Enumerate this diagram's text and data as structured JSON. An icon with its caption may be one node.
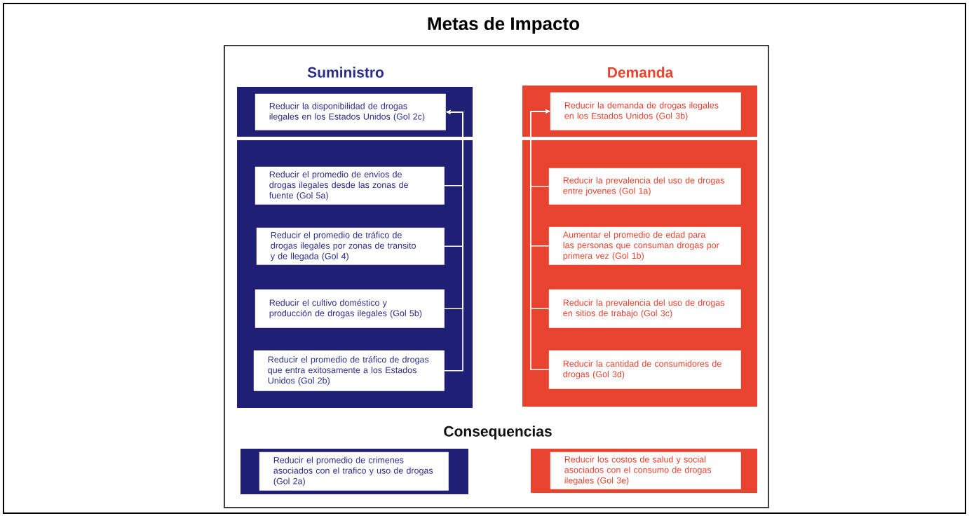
{
  "diagram": {
    "title": "Metas de Impacto",
    "nodes": [
      {
        "text": [],
        "shape": "box"
      },
      {
        "text": [
          "Reducir la disponibilidad de drogas ilegales en los Estados Unidos (Gol 2c)"
        ],
        "in": 0
      },
      {
        "text": [],
        "shape": "box"
      },
      {
        "text": [
          "Reducir la demanda de drogas ilegales en los Estados Unidos (Gol 3b)"
        ],
        "in": 2
      },
      {
        "text": [],
        "shape": "box"
      },
      {
        "text": [
          "Reducir el promedio de envios de drogas ilegales desde las zonas de fuente (Gol 5a)"
        ],
        "in": 4
      },
      {
        "text": [
          "Reducir el promedio de tráfico de drogas ilegales por zonas de transito y de llegada (Gol 4)"
        ],
        "in": 4
      },
      {
        "text": [
          "Reducir el cultivo doméstico y producción de drogas ilegales (Gol 5b)"
        ],
        "in": 4
      },
      {
        "text": [
          "Reducir el promedio de tráfico de drogas que entra exitosamente a los Estados Unidos (Gol 2b)"
        ],
        "in": 4
      },
      {
        "text": [],
        "shape": "box"
      },
      {
        "text": [
          "Reducir la prevalencia del uso de drogas entre jovenes (Gol 1a)"
        ],
        "in": 9
      },
      {
        "text": [
          "Aumentar el promedio de edad para las personas que consuman drogas por primera vez (Gol 1b)"
        ],
        "in": 9
      },
      {
        "text": [
          "Reducir la prevalencia del uso de drogas en sitios de trabajo (Gol 3c)"
        ],
        "in": 9
      },
      {
        "text": [
          "Reducir la cantidad de consumidores de drogas (Gol 3d)"
        ],
        "in": 9
      },
      {
        "text": [],
        "shape": "box"
      },
      {
        "text": [
          "Reducir el promedio de crimenes asociados con el trafico y uso de drogas (Gol 2a)"
        ],
        "in": 14
      },
      {
        "text": [],
        "shape": "box"
      },
      {
        "text": [
          "Reducir los costos de salud y social asociados con el consumo de drogas ilegales (Gol 3e)"
        ],
        "in": 16
      }
    ],
    "edges": [
      {
        "from": 5,
        "to": 1,
        "arrow": "to"
      },
      {
        "from": 6,
        "to": 1,
        "arrow": "to"
      },
      {
        "from": 7,
        "to": 1,
        "arrow": "to"
      },
      {
        "from": 8,
        "to": 1,
        "arrow": "to"
      },
      {
        "from": 10,
        "to": 3,
        "arrow": "to"
      },
      {
        "from": 11,
        "to": 3,
        "arrow": "to"
      },
      {
        "from": 12,
        "to": 3,
        "arrow": "to"
      },
      {
        "from": 13,
        "to": 3,
        "arrow": "to"
      }
    ],
    "labels": [
      "Suministro",
      "Demanda",
      "Consequencias"
    ]
  }
}
